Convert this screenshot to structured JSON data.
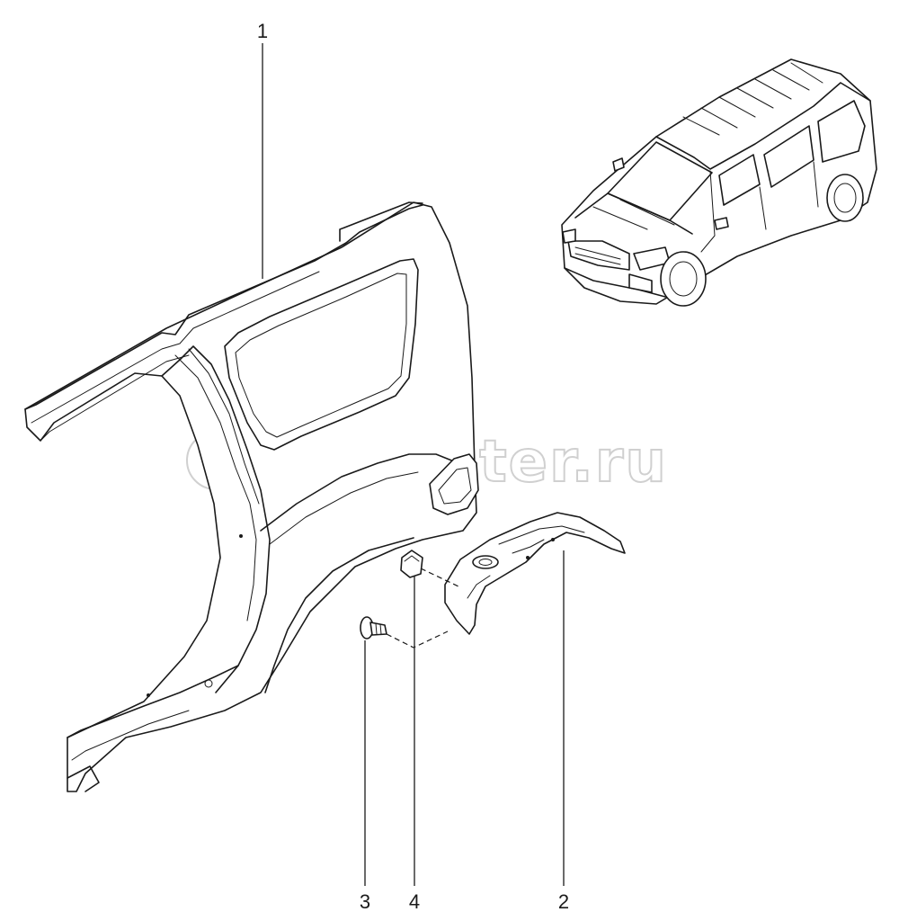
{
  "watermark": "autopiter.ru",
  "callouts": [
    {
      "id": "1",
      "label": "1"
    },
    {
      "id": "2",
      "label": "2"
    },
    {
      "id": "3",
      "label": "3"
    },
    {
      "id": "4",
      "label": "4"
    }
  ]
}
